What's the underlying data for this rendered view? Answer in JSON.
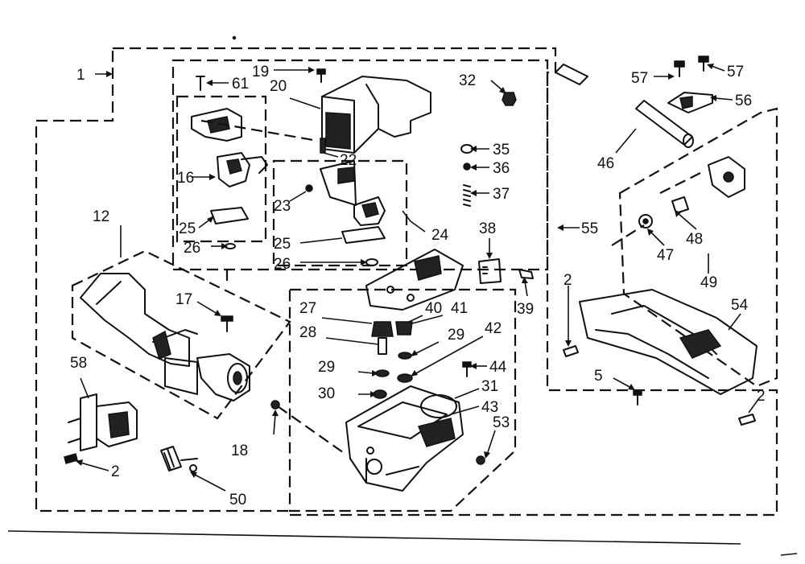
{
  "labels": {
    "p1": "1",
    "p2a": "2",
    "p2b": "2",
    "p2c": "2",
    "p5": "5",
    "p12": "12",
    "p16": "16",
    "p17": "17",
    "p18": "18",
    "p19": "19",
    "p20": "20",
    "p22": "22",
    "p23": "23",
    "p24": "24",
    "p25a": "25",
    "p25b": "25",
    "p26a": "26",
    "p26b": "26",
    "p27": "27",
    "p28": "28",
    "p29a": "29",
    "p29b": "29",
    "p30": "30",
    "p31": "31",
    "p32": "32",
    "p35": "35",
    "p36": "36",
    "p37": "37",
    "p38": "38",
    "p39": "39",
    "p40": "40",
    "p41": "41",
    "p42": "42",
    "p43": "43",
    "p44": "44",
    "p46": "46",
    "p47": "47",
    "p48": "48",
    "p49": "49",
    "p50": "50",
    "p53": "53",
    "p54": "54",
    "p55": "55",
    "p56": "56",
    "p57a": "57",
    "p57b": "57",
    "p58": "58",
    "p61": "61"
  }
}
